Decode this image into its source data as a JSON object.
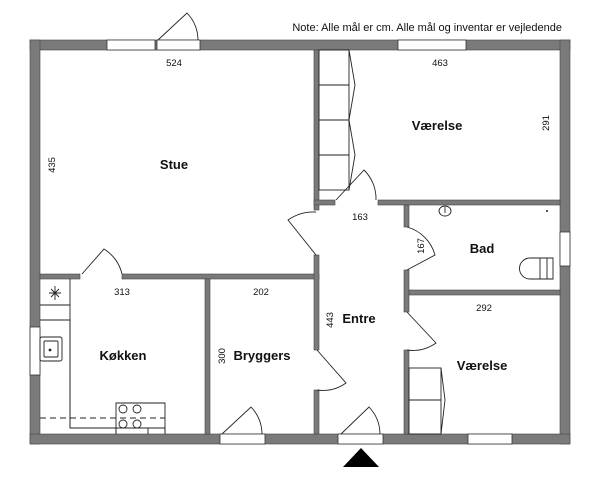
{
  "note": "Note: Alle mål er cm. Alle mål og inventar er vejledende",
  "rooms": {
    "stue": {
      "name": "Stue",
      "width": "524",
      "depth": "435"
    },
    "vaerelse1": {
      "name": "Værelse",
      "width": "463",
      "depth": "291"
    },
    "bad": {
      "name": "Bad",
      "depth": "167"
    },
    "gang": {
      "width": "163"
    },
    "kokken": {
      "name": "Køkken",
      "width": "313"
    },
    "bryggers": {
      "name": "Bryggers",
      "width": "202",
      "depth": "300"
    },
    "entre": {
      "name": "Entre",
      "depth": "443"
    },
    "vaerelse2": {
      "name": "Værelse",
      "width": "292"
    }
  },
  "colors": {
    "wall": "#7a7a7a",
    "line": "#222222"
  }
}
